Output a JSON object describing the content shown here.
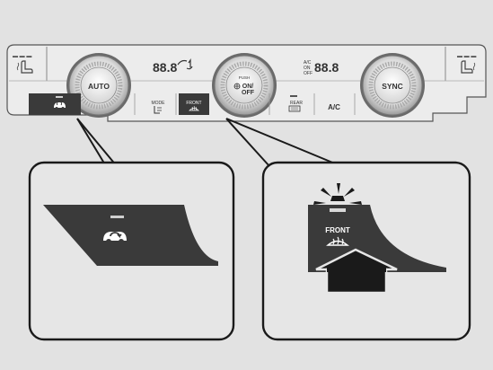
{
  "panel": {
    "auto_label": "AUTO",
    "sync_label": "SYNC",
    "push_label": "PUSH",
    "on_off_label": "ON/\nOFF",
    "mode_label": "MODE",
    "front_label": "FRONT",
    "rear_label": "REAR",
    "ac_label": "A/C",
    "ac_small_label": "A/C",
    "on_small_label": "ON",
    "off_small_label": "OFF",
    "left_temp_display": "88.8",
    "right_temp_display": "88.8"
  },
  "callouts": {
    "left_detail": {
      "icon": "recirculation-icon"
    },
    "right_detail": {
      "front_label": "FRONT",
      "icon": "front-defrost-icon"
    }
  },
  "colors": {
    "background": "#e2e2e2",
    "panel_body": "#ececec",
    "highlight_dark": "#3a3a3a",
    "callout_border": "#1a1a1a"
  }
}
